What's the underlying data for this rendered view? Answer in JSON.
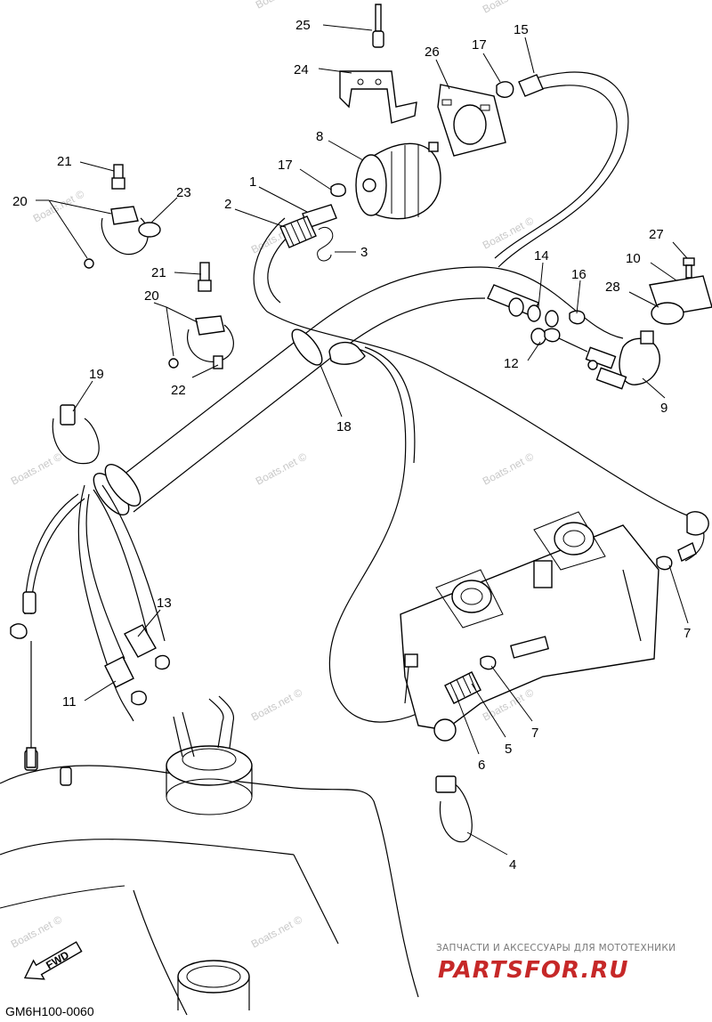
{
  "diagram": {
    "callouts": [
      {
        "id": "c25",
        "text": "25"
      },
      {
        "id": "c24",
        "text": "24"
      },
      {
        "id": "c26",
        "text": "26"
      },
      {
        "id": "c17a",
        "text": "17"
      },
      {
        "id": "c15",
        "text": "15"
      },
      {
        "id": "c8",
        "text": "8"
      },
      {
        "id": "c17b",
        "text": "17"
      },
      {
        "id": "c1",
        "text": "1"
      },
      {
        "id": "c2",
        "text": "2"
      },
      {
        "id": "c3",
        "text": "3"
      },
      {
        "id": "c21a",
        "text": "21"
      },
      {
        "id": "c20a",
        "text": "20"
      },
      {
        "id": "c23",
        "text": "23"
      },
      {
        "id": "c21b",
        "text": "21"
      },
      {
        "id": "c20b",
        "text": "20"
      },
      {
        "id": "c22",
        "text": "22"
      },
      {
        "id": "c27",
        "text": "27"
      },
      {
        "id": "c10",
        "text": "10"
      },
      {
        "id": "c28",
        "text": "28"
      },
      {
        "id": "c14",
        "text": "14"
      },
      {
        "id": "c16",
        "text": "16"
      },
      {
        "id": "c12",
        "text": "12"
      },
      {
        "id": "c9",
        "text": "9"
      },
      {
        "id": "c19",
        "text": "19"
      },
      {
        "id": "c18",
        "text": "18"
      },
      {
        "id": "c13",
        "text": "13"
      },
      {
        "id": "c11",
        "text": "11"
      },
      {
        "id": "c7a",
        "text": "7"
      },
      {
        "id": "c7b",
        "text": "7"
      },
      {
        "id": "c5",
        "text": "5"
      },
      {
        "id": "c6",
        "text": "6"
      },
      {
        "id": "c4",
        "text": "4"
      }
    ],
    "watermark": "Boats.net ©",
    "fwd_label": "FWD",
    "diagram_code": "GM6H100-0060"
  },
  "brand": {
    "subtitle": "ЗАПЧАСТИ И АКСЕССУАРЫ ДЛЯ МОТОТЕХНИКИ",
    "logo_text": "PARTSFOR.RU",
    "color": "#c62828"
  }
}
